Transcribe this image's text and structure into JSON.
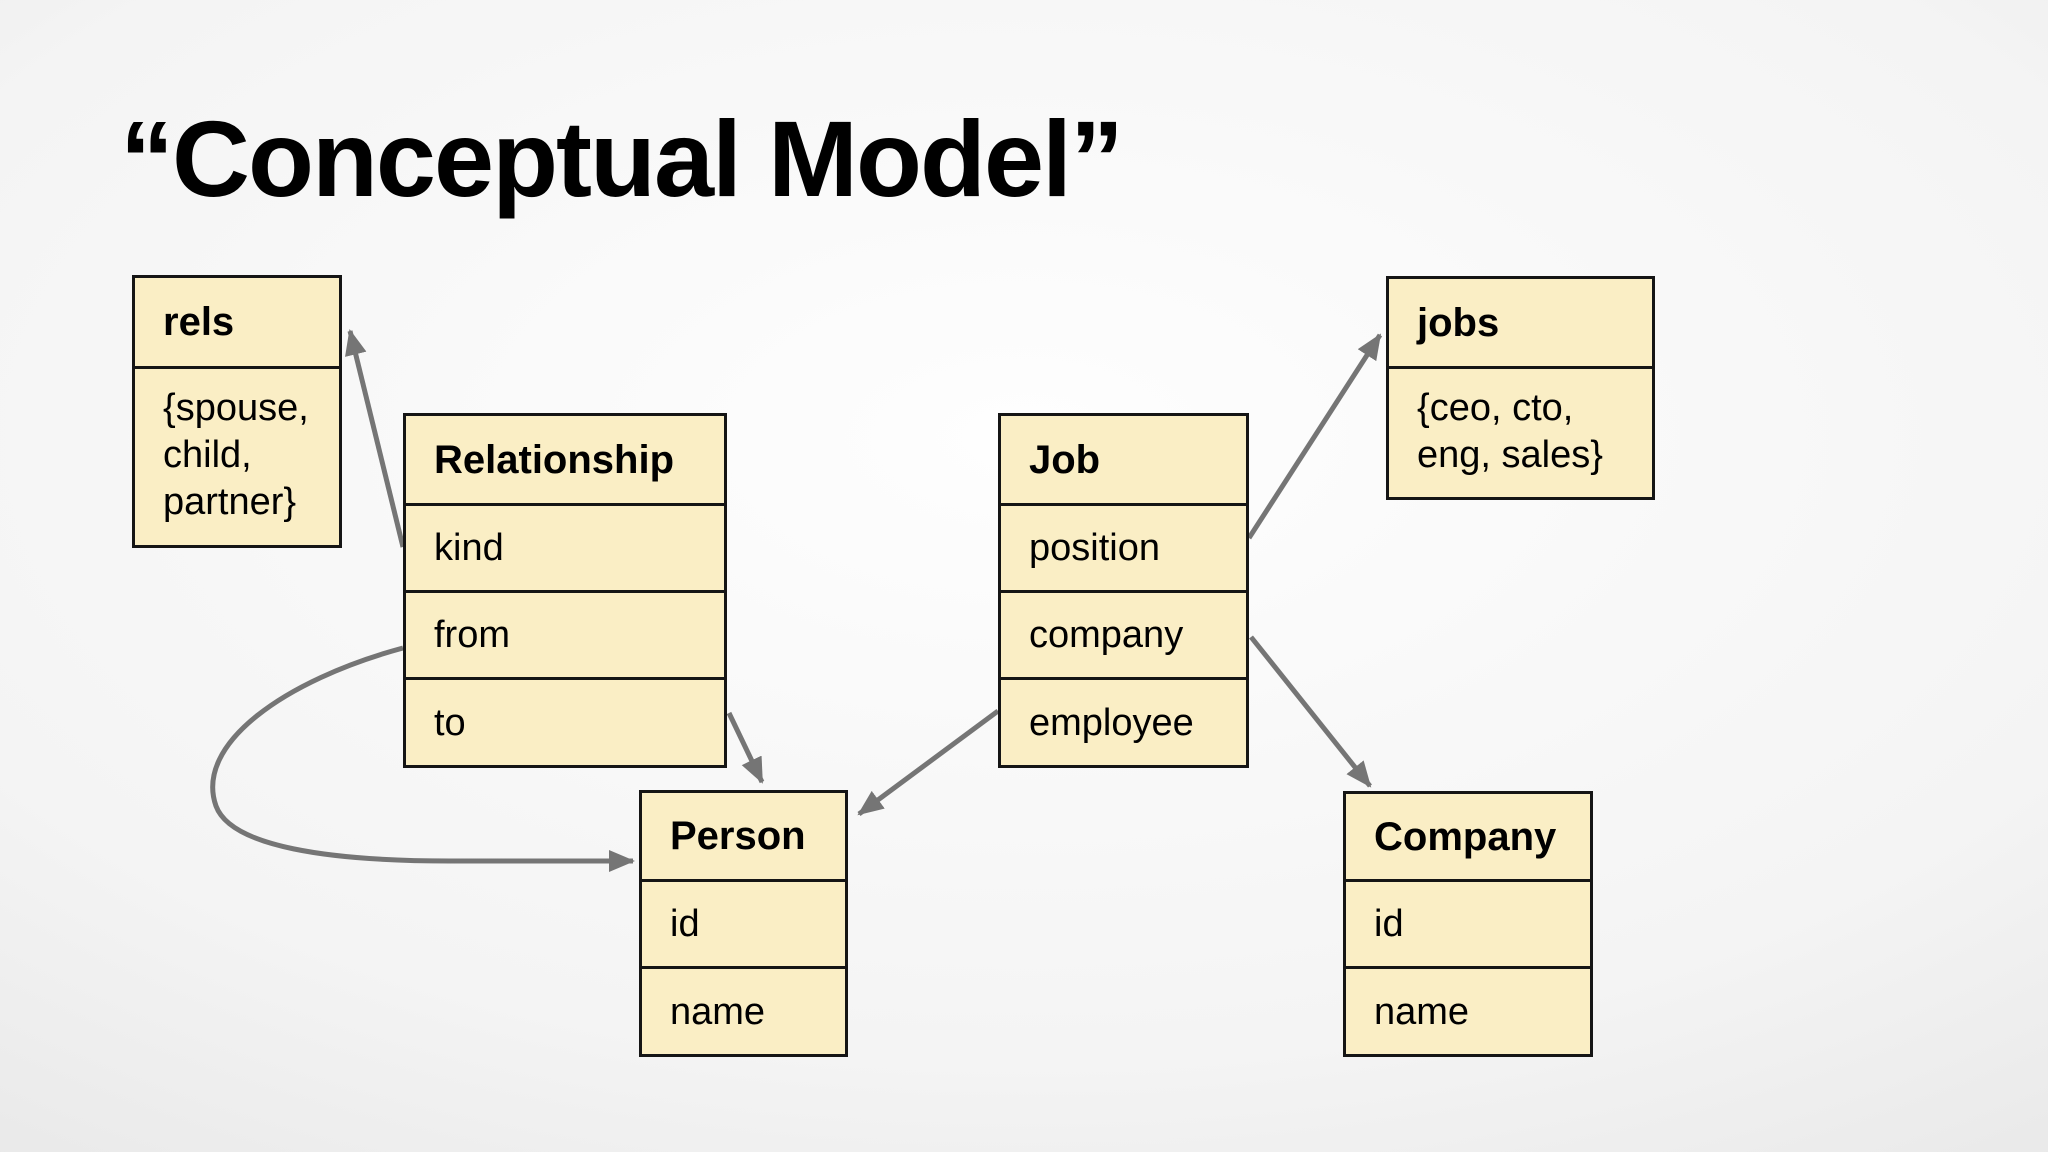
{
  "slide": {
    "title": "“Conceptual Model”"
  },
  "entities": {
    "rels": {
      "title": "rels",
      "body_lines": [
        "{spouse,",
        "child,",
        "partner}"
      ]
    },
    "relationship": {
      "title": "Relationship",
      "attrs": [
        "kind",
        "from",
        "to"
      ]
    },
    "job": {
      "title": "Job",
      "attrs": [
        "position",
        "company",
        "employee"
      ]
    },
    "jobs": {
      "title": "jobs",
      "body_lines": [
        "{ceo, cto,",
        "eng, sales}"
      ]
    },
    "person": {
      "title": "Person",
      "attrs": [
        "id",
        "name"
      ]
    },
    "company": {
      "title": "Company",
      "attrs": [
        "id",
        "name"
      ]
    }
  },
  "connections": [
    {
      "from": "Relationship.kind",
      "to": "rels"
    },
    {
      "from": "Relationship.from",
      "to": "Person"
    },
    {
      "from": "Relationship.to",
      "to": "Person"
    },
    {
      "from": "Job.position",
      "to": "jobs"
    },
    {
      "from": "Job.company",
      "to": "Company"
    },
    {
      "from": "Job.employee",
      "to": "Person"
    }
  ],
  "colors": {
    "box_fill": "#FAEEC5",
    "box_border": "#151515",
    "arrow": "#757575",
    "text": "#000000"
  }
}
